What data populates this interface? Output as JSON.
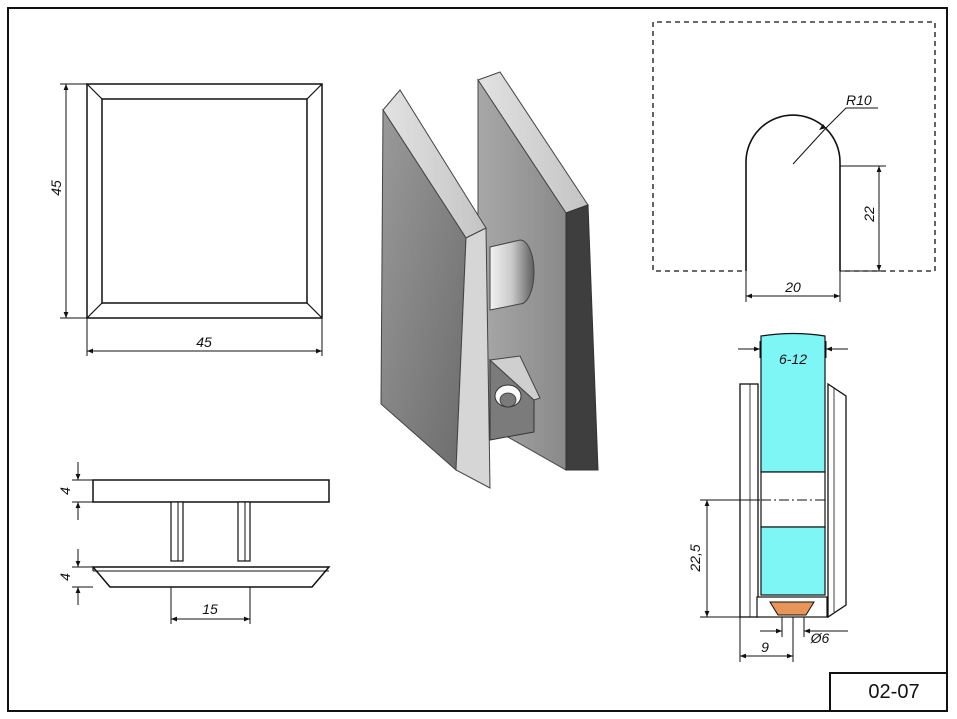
{
  "drawing": {
    "number": "02-07",
    "front_view": {
      "width_label": "45",
      "height_label": "45"
    },
    "side_view": {
      "top_thickness_label": "4",
      "bottom_thickness_label": "4",
      "post_spacing_label": "15"
    },
    "cutout_view": {
      "radius_label": "R10",
      "depth_label": "22",
      "width_label": "20"
    },
    "section_view": {
      "glass_label": "6-12",
      "height_label": "22,5",
      "offset_label": "9",
      "hole_label": "Ø6"
    },
    "colors": {
      "glass": "#7ff6f6",
      "gasket": "#e8955a",
      "line": "#111111",
      "metal_light": "#d8d8d8",
      "metal_dark": "#5c5c5c"
    }
  }
}
